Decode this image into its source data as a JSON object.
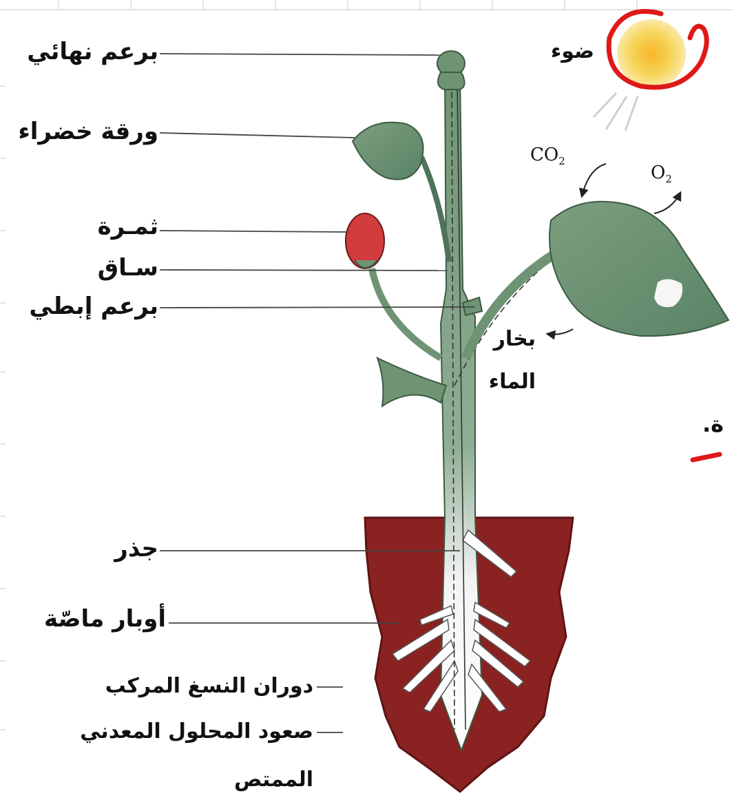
{
  "labels": {
    "terminal_bud": "برعم نهائي",
    "green_leaf": "ورقة خضراء",
    "fruit": "ثمـرة",
    "stem": "سـاق",
    "axillary_bud": "برعم إبطي",
    "root": "جذر",
    "root_hairs": "أوبار ماصّة",
    "light": "ضوء",
    "water_vapor_1": "بخار",
    "water_vapor_2": "الماء",
    "co2": "CO",
    "co2_sub": "2",
    "o2": "O",
    "o2_sub": "2",
    "edge_fragment": "ة."
  },
  "legend": {
    "elaborated_sap": "دوران النسغ المركب",
    "raw_sap_line1": "صعود المحلول المعدني",
    "raw_sap_line2": "الممتص"
  },
  "colors": {
    "leaf": "#6f9474",
    "leaf_dark": "#4f7359",
    "soil": "#8a2222",
    "fruit": "#d23c3c",
    "sun": "#f3c23a",
    "red_annotation": "#e01818",
    "stem_white": "#f4f4f4"
  }
}
